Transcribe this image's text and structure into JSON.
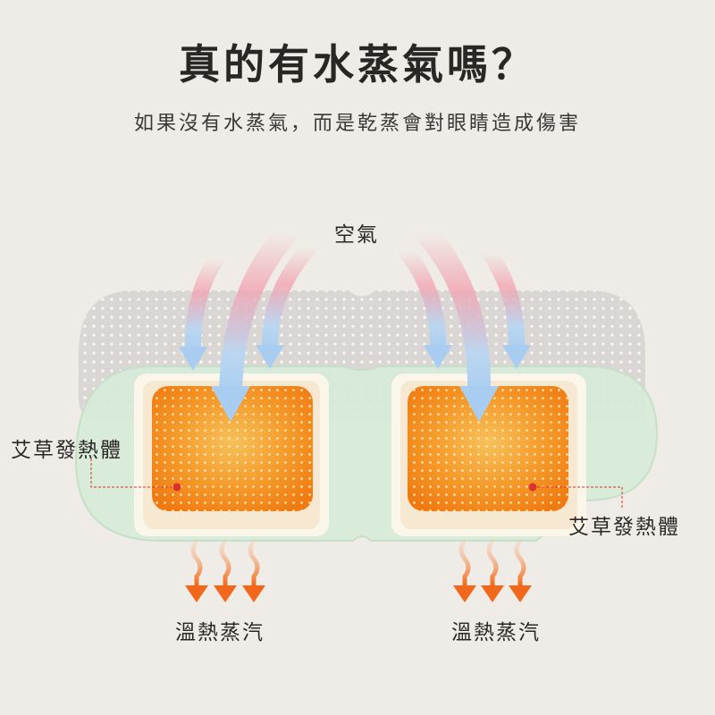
{
  "title": "真的有水蒸氣嗎？",
  "subtitle": "如果沒有水蒸氣，而是乾蒸會對眼睛造成傷害",
  "labels": {
    "air": "空氣",
    "heater_left": "艾草發熱體",
    "heater_right": "艾草發熱體",
    "steam_left": "溫熱蒸汽",
    "steam_right": "溫熱蒸汽"
  },
  "colors": {
    "background": "#efebe6",
    "mask_gray": "#d9d6d3",
    "mask_green": "#d7ead8",
    "heater_orange": "#f58a1a",
    "air_arrow_blue": "#a9cdf0",
    "air_arrow_red": "#f2a3b0",
    "steam_arrow": "#f2681a",
    "leader_line": "#d9332b"
  }
}
